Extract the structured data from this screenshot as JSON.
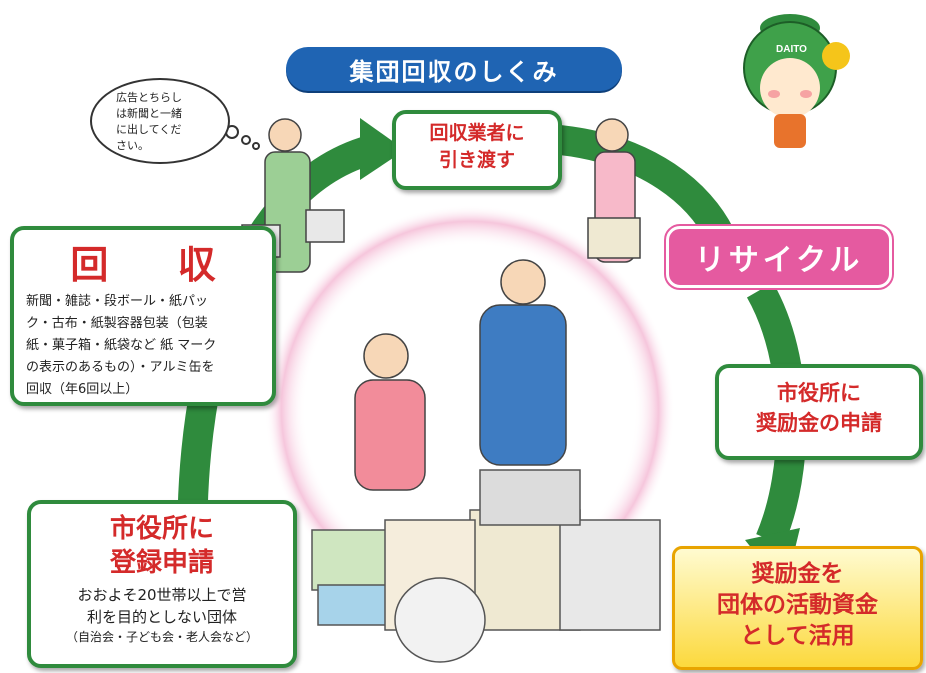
{
  "title": "集団回収のしくみ",
  "speech_bubble": [
    "広告とちらし",
    "は新聞と一緒",
    "に出してくだ",
    "さい。"
  ],
  "mascot_label": "DAITO",
  "boxes": {
    "kaishu": {
      "heading": "回 収",
      "lines": [
        "新聞・雑誌・段ボール・紙パッ",
        "ク・古布・紙製容器包装（包装",
        "紙・菓子箱・紙袋など 紙 マーク",
        "の表示のあるもの）・アルミ缶を",
        "回収（年6回以上）"
      ]
    },
    "gyosha": {
      "lines": [
        "回収業者に",
        "引き渡す"
      ]
    },
    "recycle": "リサイクル",
    "shinsei": {
      "lines": [
        "市役所に",
        "奨励金の申請"
      ]
    },
    "katsuyo": {
      "lines": [
        "奨励金を",
        "団体の活動資金",
        "として活用"
      ]
    },
    "toroku": {
      "heading_lines": [
        "市役所に",
        "登録申請"
      ],
      "body_lines": [
        "おおよそ20世帯以上で営",
        "利を目的としない団体"
      ],
      "note": "（自治会・子ども会・老人会など）"
    }
  },
  "colors": {
    "arrow_green": "#2f8b3d",
    "title_blue": "#1f64b3",
    "accent_red": "#d42a2a",
    "recycle_pink": "#e55aa0",
    "ring_pink": "#f6c6dc",
    "katsuyo_yellow": "#fcd93d"
  }
}
